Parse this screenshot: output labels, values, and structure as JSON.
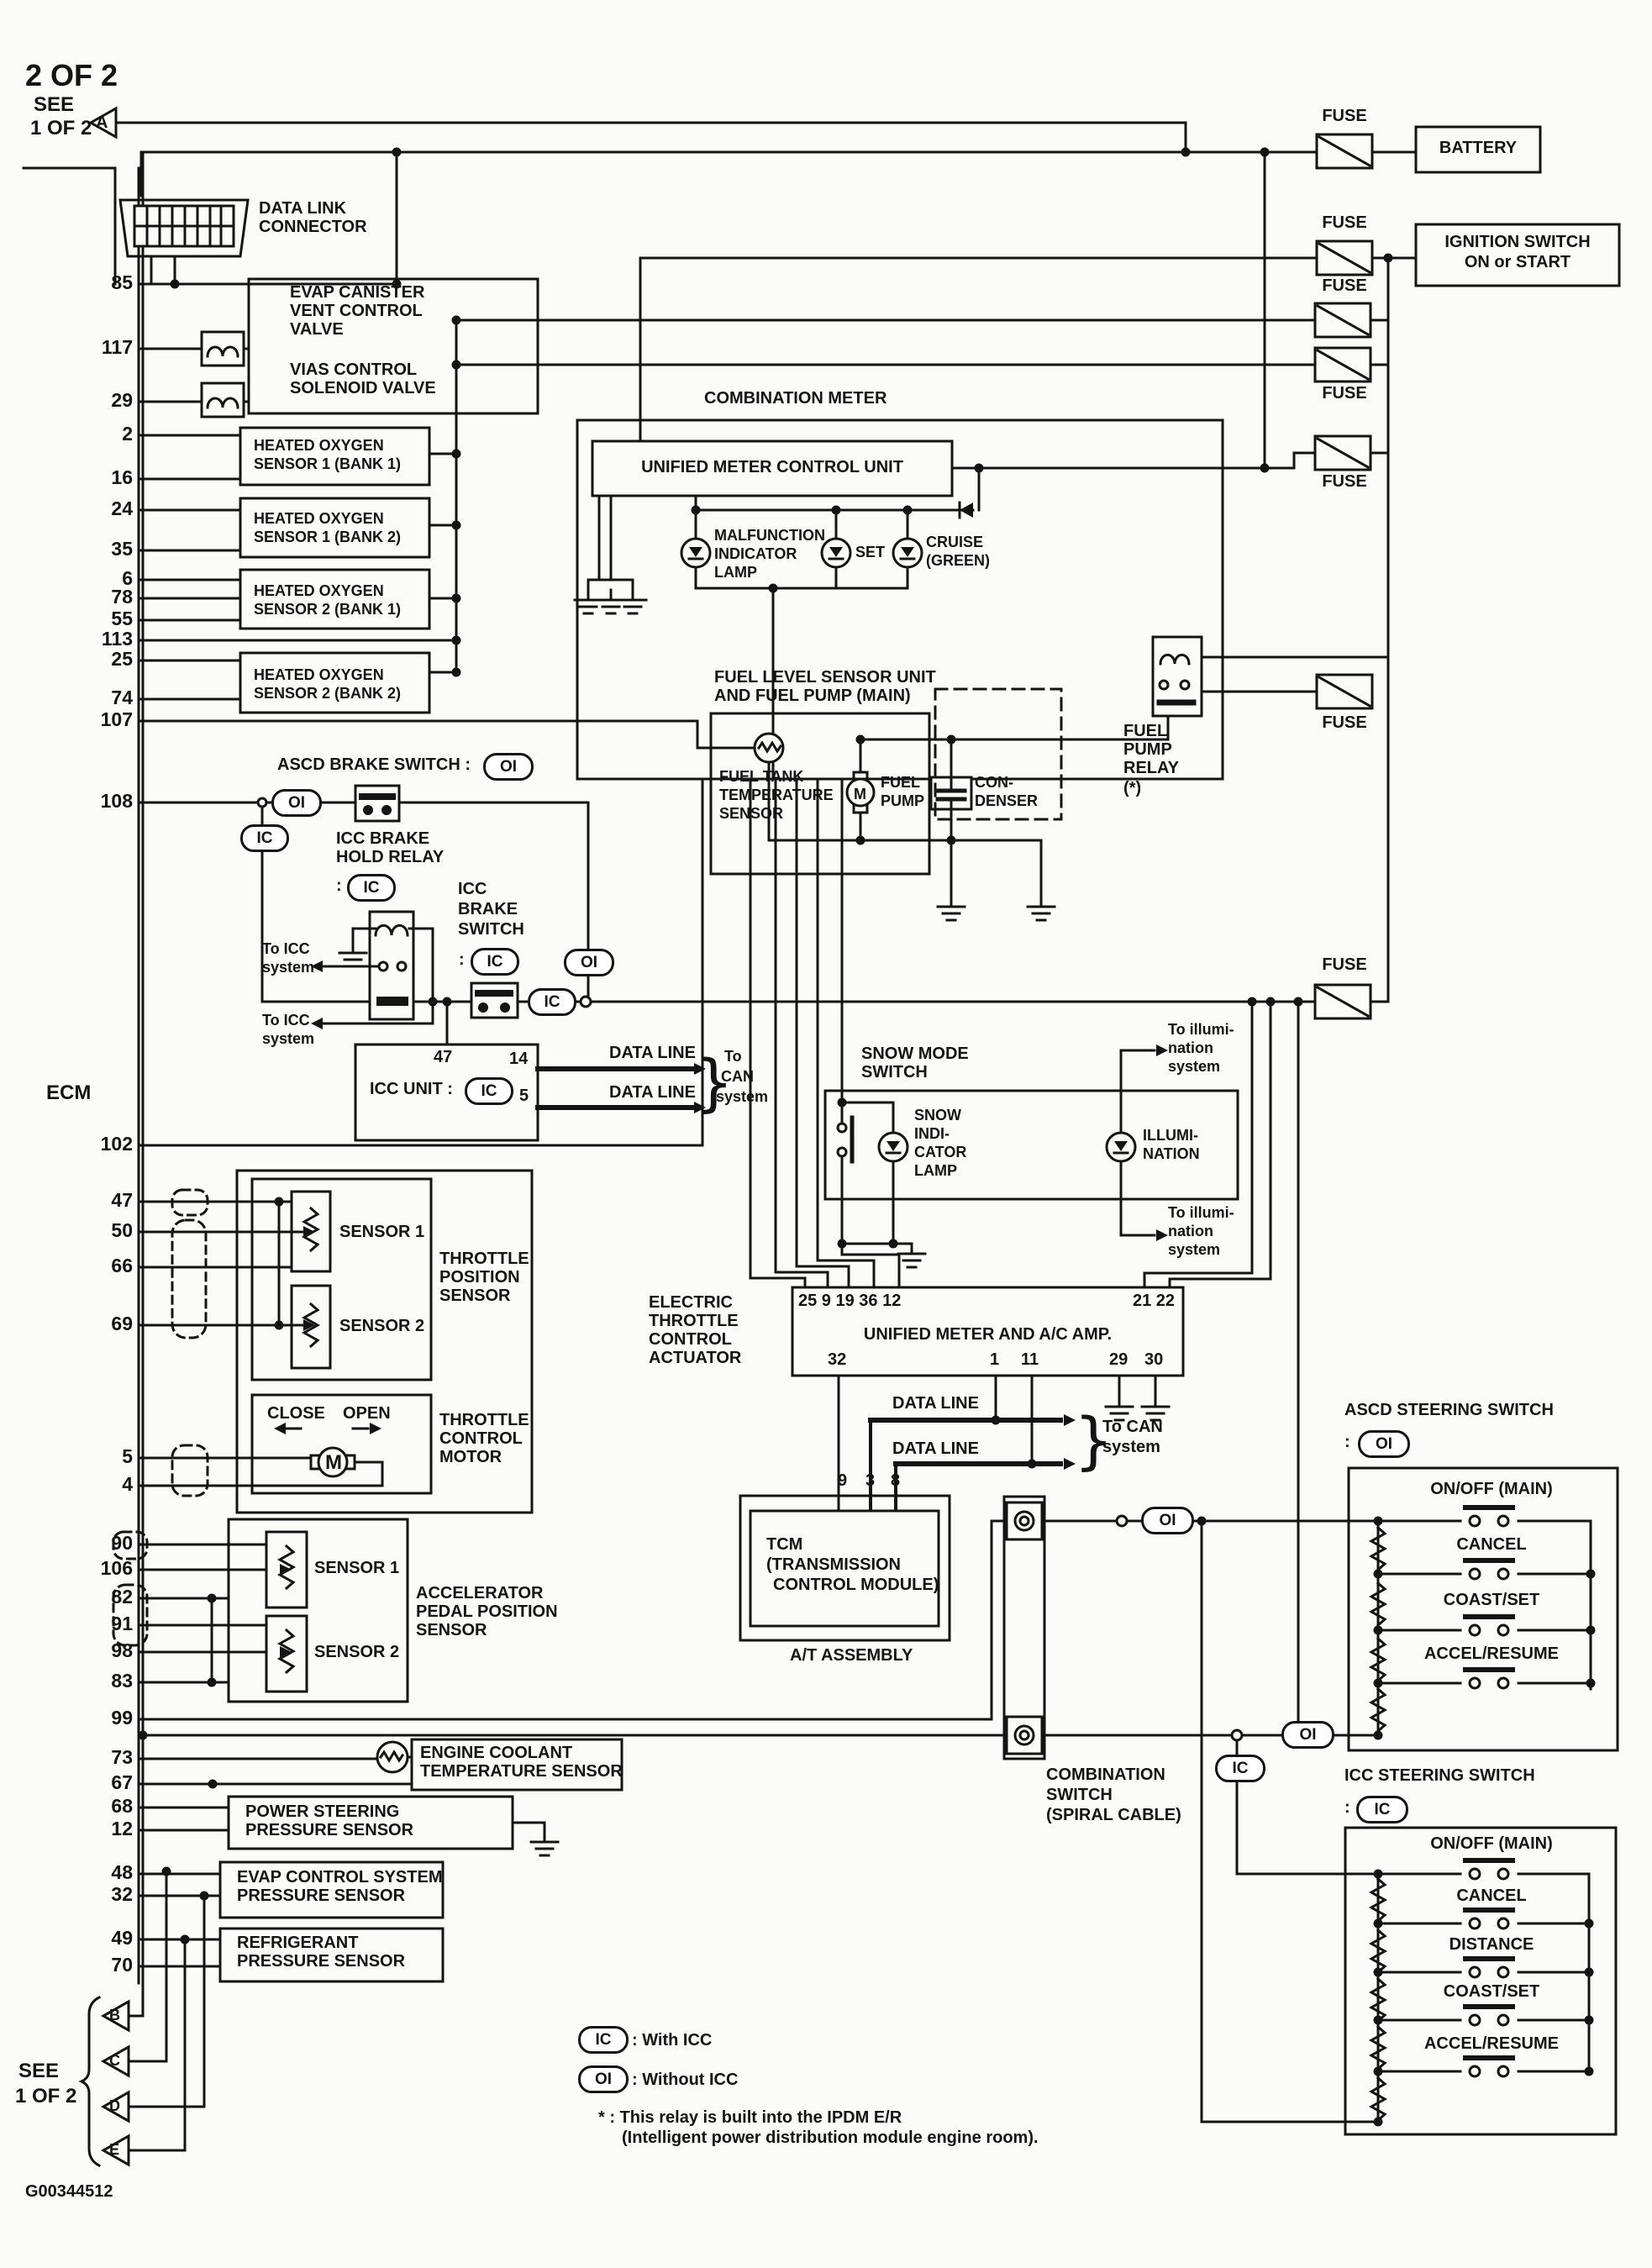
{
  "page": {
    "sheet": "2 OF 2",
    "see": "SEE",
    "see2": "1 OF 2",
    "part": "G00344512",
    "ecm": "ECM"
  },
  "refs": {
    "a": "A",
    "b": "B",
    "c": "C",
    "d": "D",
    "e": "E"
  },
  "badges": {
    "ic": "IC",
    "oi": "OI",
    "colon": ":"
  },
  "power": {
    "fuse": "FUSE",
    "battery": "BATTERY",
    "ign1": "IGNITION SWITCH",
    "ign2": "ON or START"
  },
  "dlc": {
    "l1": "DATA LINK",
    "l2": "CONNECTOR"
  },
  "valves": {
    "e1": "EVAP CANISTER",
    "e2": "VENT CONTROL",
    "e3": "VALVE",
    "v1": "VIAS CONTROL",
    "v2": "SOLENOID VALVE"
  },
  "ho2s": {
    "l1": "HEATED OXYGEN",
    "b11": "SENSOR 1 (BANK 1)",
    "b12": "SENSOR 1 (BANK 2)",
    "b21": "SENSOR 2 (BANK 1)",
    "b22": "SENSOR 2 (BANK 2)"
  },
  "meter": {
    "title": "COMBINATION METER",
    "umcu": "UNIFIED METER CONTROL UNIT",
    "m1": "MALFUNCTION",
    "m2": "INDICATOR",
    "m3": "LAMP",
    "set": "SET",
    "c1": "CRUISE",
    "c2": "(GREEN)"
  },
  "fuel": {
    "t1": "FUEL LEVEL SENSOR UNIT",
    "t2": "AND FUEL PUMP (MAIN)",
    "f1": "FUEL TANK",
    "f2": "TEMPERATURE",
    "f3": "SENSOR",
    "p1": "FUEL",
    "p2": "PUMP",
    "c1": "CON-",
    "c2": "DENSER",
    "r1": "FUEL",
    "r2": "PUMP",
    "r3": "RELAY",
    "r4": "(*)",
    "m": "M"
  },
  "brake": {
    "ascd": "ASCD BRAKE SWITCH :",
    "hold1": "ICC BRAKE",
    "hold2": "HOLD RELAY",
    "icc1": "ICC",
    "icc2": "BRAKE",
    "icc3": "SWITCH",
    "toicc1": "To ICC",
    "toicc2": "system"
  },
  "iccunit": {
    "label": "ICC UNIT :",
    "p47": "47",
    "p14": "14",
    "p5": "5"
  },
  "can": {
    "dl": "DATA LINE",
    "to": "To",
    "can": "CAN",
    "sys": "system",
    "tocan": "To CAN",
    "brace": "}"
  },
  "snow": {
    "s1": "SNOW MODE",
    "s2": "SWITCH",
    "l1": "SNOW",
    "l2": "INDI-",
    "l3": "CATOR",
    "l4": "LAMP",
    "i1": "ILLUMI-",
    "i2": "NATION",
    "n1": "To illumi-",
    "n2": "nation",
    "n3": "system"
  },
  "amp": {
    "title": "UNIFIED METER AND A/C AMP.",
    "top": "25 9 19 36 12",
    "tr": "21 22",
    "p32": "32",
    "p1": "1",
    "p11": "11",
    "p29": "29",
    "p30": "30"
  },
  "tcm": {
    "l1": "TCM",
    "l2": "(TRANSMISSION",
    "l3": "CONTROL MODULE)",
    "at": "A/T ASSEMBLY",
    "p9": "9",
    "p3": "3",
    "p8": "8"
  },
  "throttle": {
    "tps1": "THROTTLE",
    "tps2": "POSITION",
    "tps3": "SENSOR",
    "s1": "SENSOR 1",
    "s2": "SENSOR 2",
    "close": "CLOSE",
    "open": "OPEN",
    "m": "M",
    "tm1": "THROTTLE",
    "tm2": "CONTROL",
    "tm3": "MOTOR",
    "e1": "ELECTRIC",
    "e2": "THROTTLE",
    "e3": "CONTROL",
    "e4": "ACTUATOR"
  },
  "apps": {
    "a1": "ACCELERATOR",
    "a2": "PEDAL POSITION",
    "a3": "SENSOR"
  },
  "sens": {
    "ect1": "ENGINE COOLANT",
    "ect2": "TEMPERATURE SENSOR",
    "ps1": "POWER STEERING",
    "ps2": "PRESSURE SENSOR",
    "ev1": "EVAP CONTROL SYSTEM",
    "rf1": "REFRIGERANT"
  },
  "combo": {
    "c1": "COMBINATION",
    "c2": "SWITCH",
    "c3": "(SPIRAL CABLE)"
  },
  "steer": {
    "ascd": "ASCD STEERING SWITCH",
    "icc": "ICC STEERING SWITCH",
    "onoff": "ON/OFF (MAIN)",
    "cancel": "CANCEL",
    "dist": "DISTANCE",
    "coast": "COAST/SET",
    "accel": "ACCEL/RESUME"
  },
  "legend": {
    "with": ": With ICC",
    "without": ": Without ICC",
    "s1": "* : This relay is built into the IPDM E/R",
    "s2": "(Intelligent power distribution module engine room)."
  },
  "ecm_pins": [
    "85",
    "117",
    "29",
    "2",
    "16",
    "24",
    "35",
    "6",
    "78",
    "55",
    "113",
    "25",
    "74",
    "107",
    "108",
    "102",
    "47",
    "50",
    "66",
    "69",
    "5",
    "4",
    "90",
    "106",
    "82",
    "91",
    "98",
    "83",
    "99",
    "73",
    "67",
    "68",
    "12",
    "48",
    "32",
    "49",
    "70"
  ]
}
